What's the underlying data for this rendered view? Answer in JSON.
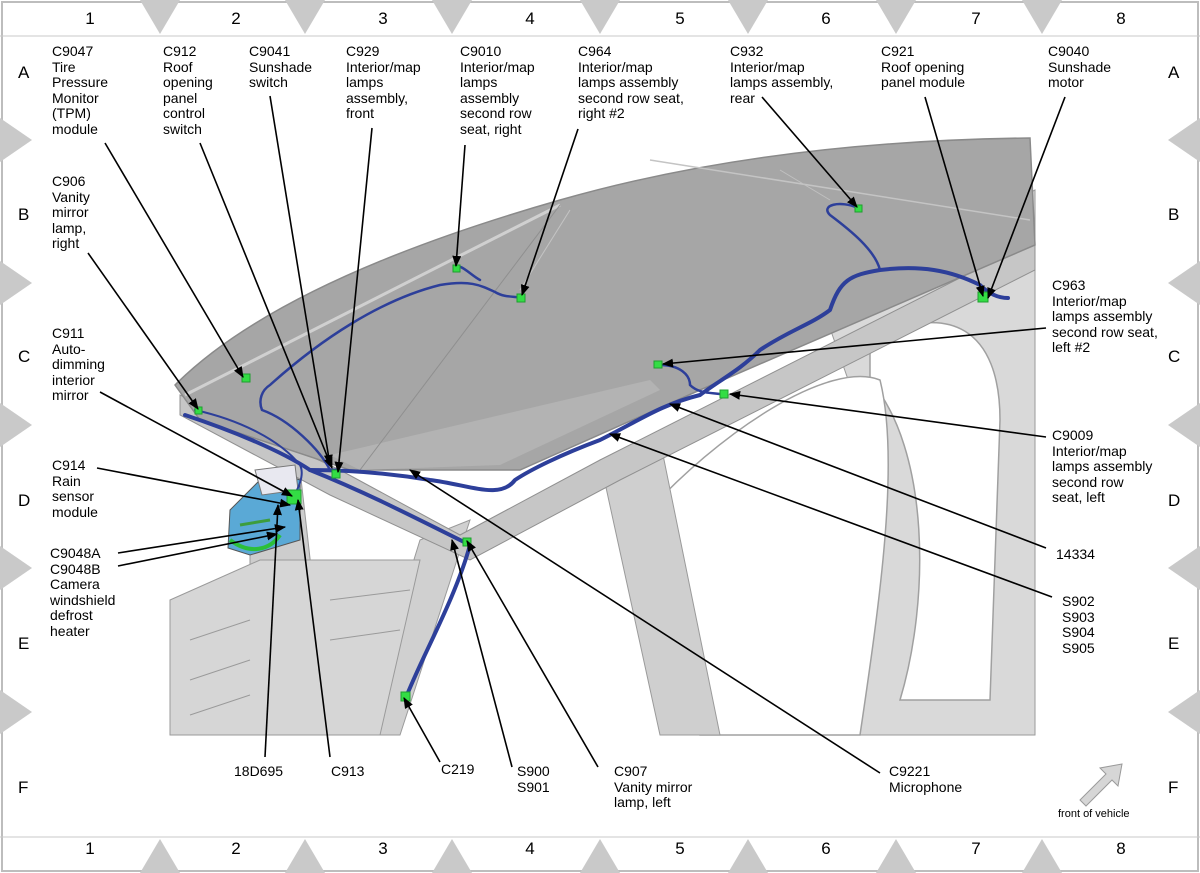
{
  "columns": [
    "1",
    "2",
    "3",
    "4",
    "5",
    "6",
    "7",
    "8"
  ],
  "rows": [
    "A",
    "B",
    "C",
    "D",
    "E",
    "F"
  ],
  "callouts": {
    "c9047": "C9047\nTire\nPressure\nMonitor\n(TPM)\nmodule",
    "c912": "C912\nRoof\nopening\npanel\ncontrol\nswitch",
    "c9041": "C9041\nSunshade\nswitch",
    "c929": "C929\nInterior/map\nlamps\nassembly,\nfront",
    "c9010": "C9010\nInterior/map\nlamps\nassembly\nsecond row\nseat, right",
    "c964": "C964\nInterior/map\nlamps assembly\nsecond row seat,\nright #2",
    "c932": "C932\nInterior/map\nlamps assembly,\nrear",
    "c921": "C921\nRoof opening\npanel module",
    "c9040": "C9040\nSunshade\nmotor",
    "c906": "C906\nVanity\nmirror\nlamp,\nright",
    "c911": "C911\nAuto-\ndimming\ninterior\nmirror",
    "c914": "C914\nRain\nsensor\nmodule",
    "c9048": "C9048A\nC9048B\nCamera\nwindshield\ndefrost\nheater",
    "c963": "C963\nInterior/map\nlamps assembly\nsecond row seat,\nleft #2",
    "c9009": "C9009\nInterior/map\nlamps assembly\nsecond row\nseat, left",
    "n14334": "14334",
    "s902": "S902\nS903\nS904\nS905",
    "c9221": "C9221\nMicrophone",
    "c907": "C907\nVanity mirror\nlamp, left",
    "s900": "S900\nS901",
    "c219": "C219",
    "c913": "C913",
    "n18d695": "18D695"
  },
  "footer": {
    "front_of_vehicle": "front of vehicle"
  },
  "colors": {
    "harness": "#2d3f9a",
    "connector": "#33dd44",
    "body_panel": "#c8c8c8",
    "roof": "#a9a9a9",
    "leader": "#000000",
    "border_diamond": "#c9c9c9"
  }
}
